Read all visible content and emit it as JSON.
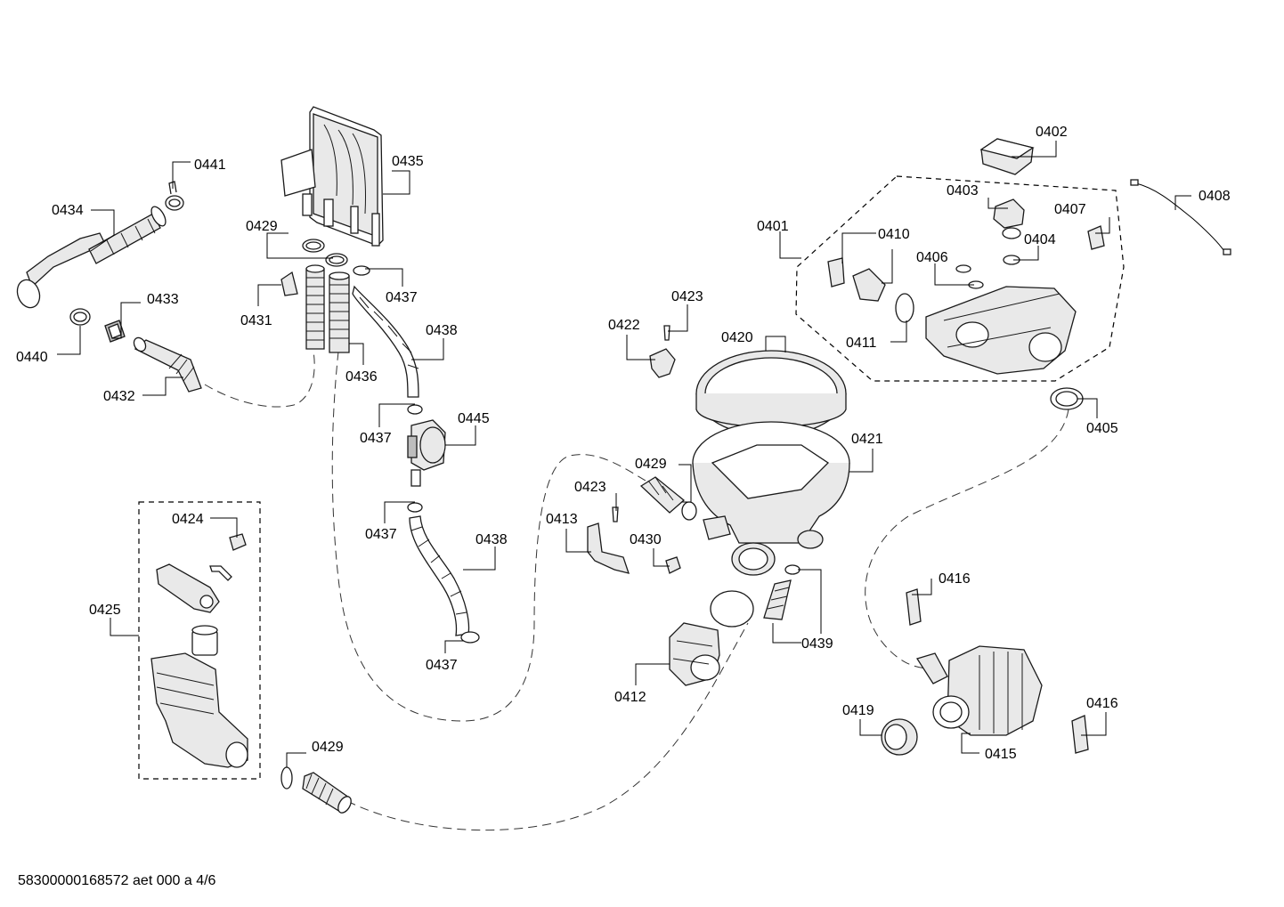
{
  "footer": {
    "document_id": "58300000168572 aet 000 a 4/6"
  },
  "labels": [
    "0441",
    "0434",
    "0435",
    "0429",
    "0433",
    "0440",
    "0431",
    "0437",
    "0438",
    "0432",
    "0436",
    "0445",
    "0437",
    "0437",
    "0438",
    "0437",
    "0424",
    "0425",
    "0429",
    "0422",
    "0423",
    "0420",
    "0421",
    "0429",
    "0423",
    "0413",
    "0430",
    "0412",
    "0439",
    "0402",
    "0403",
    "0407",
    "0408",
    "0401",
    "0410",
    "0404",
    "0406",
    "0411",
    "0405",
    "0416",
    "0419",
    "0415",
    "0416"
  ]
}
